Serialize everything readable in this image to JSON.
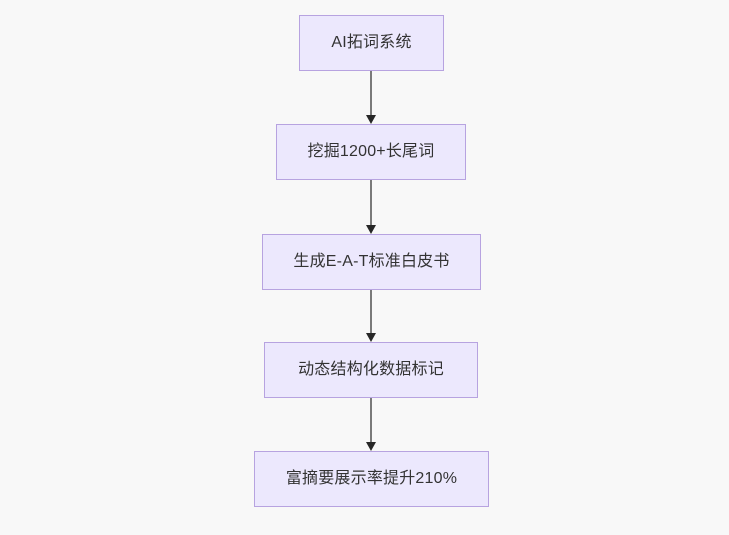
{
  "diagram": {
    "type": "flowchart",
    "direction": "top-to-bottom",
    "background_color": "#f8f8f8",
    "node_fill_color": "#ece8fd",
    "node_border_color": "#b7a3e0",
    "node_text_color": "#333333",
    "connector_color": "#7a7a7a",
    "arrowhead_color": "#272727",
    "nodes": [
      {
        "id": "node-1",
        "label": "AI拓词系统"
      },
      {
        "id": "node-2",
        "label": "挖掘1200+长尾词"
      },
      {
        "id": "node-3",
        "label": "生成E-A-T标准白皮书"
      },
      {
        "id": "node-4",
        "label": "动态结构化数据标记"
      },
      {
        "id": "node-5",
        "label": "富摘要展示率提升210%"
      }
    ],
    "edges": [
      {
        "id": "edge-1",
        "from": "node-1",
        "to": "node-2"
      },
      {
        "id": "edge-2",
        "from": "node-2",
        "to": "node-3"
      },
      {
        "id": "edge-3",
        "from": "node-3",
        "to": "node-4"
      },
      {
        "id": "edge-4",
        "from": "node-4",
        "to": "node-5"
      }
    ]
  }
}
